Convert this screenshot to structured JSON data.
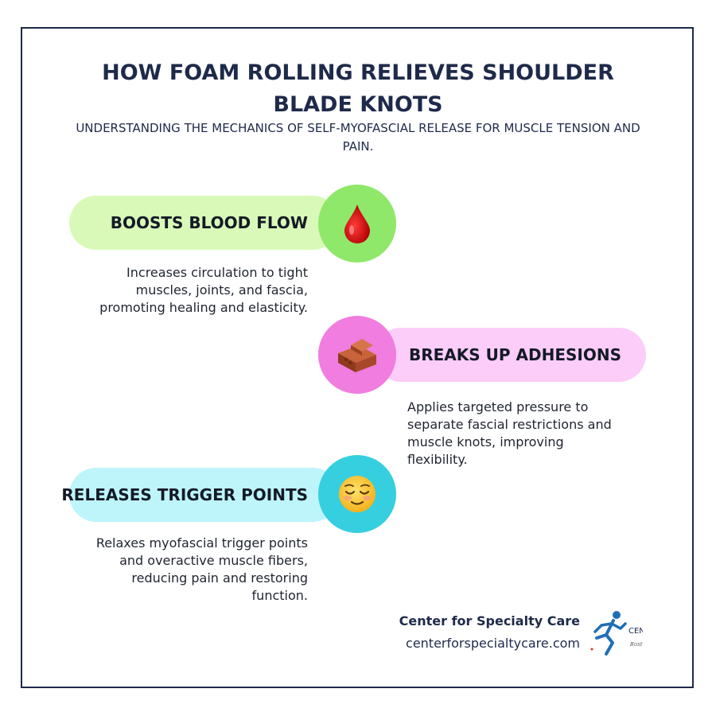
{
  "header": {
    "title": "HOW FOAM ROLLING RELIEVES SHOULDER BLADE KNOTS",
    "subtitle": "UNDERSTANDING THE MECHANICS OF SELF-MYOFASCIAL RELEASE FOR MUSCLE TENSION AND PAIN."
  },
  "benefits": [
    {
      "label": "BOOSTS BLOOD FLOW",
      "icon": "blood-drop-icon",
      "description": "Increases circulation to tight muscles, joints, and fascia, promoting healing and elasticity.",
      "pill_color": "#d9f9b8",
      "circle_color": "#8fe86a"
    },
    {
      "label": "BREAKS UP ADHESIONS",
      "icon": "brick-icon",
      "description": "Applies targeted pressure to separate fascial restrictions and muscle knots, improving flexibility.",
      "pill_color": "#fccdf8",
      "circle_color": "#f07ddf"
    },
    {
      "label": "RELEASES TRIGGER POINTS",
      "icon": "relieved-face-icon",
      "description": "Relaxes myofascial trigger points and overactive muscle fibers, reducing pain and restoring function.",
      "pill_color": "#bdf5fb",
      "circle_color": "#35cfe0"
    }
  ],
  "footer": {
    "brand_name": "Center for Specialty Care",
    "website": "centerforspecialtycare.com",
    "logo_text": "CEN",
    "logo_subtext": "Bost"
  },
  "colors": {
    "navy": "#1e2a4a",
    "logo_blue": "#1f6fb8"
  }
}
